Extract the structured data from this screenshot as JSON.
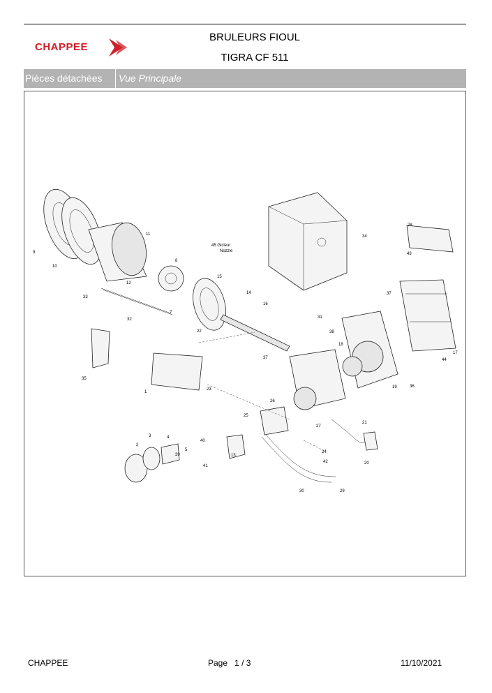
{
  "header": {
    "brand": "CHAPPEE",
    "title_line1": "BRULEURS FIOUL",
    "title_line2": "TIGRA CF 511"
  },
  "band": {
    "section": "Pièces détachées",
    "view": "Vue Principale"
  },
  "diagram": {
    "nozzle_label": "45 Gicleur\nNozzle",
    "nozzle_line1": "45 Gicleur",
    "nozzle_line2": "Nozzle",
    "callouts": [
      "1",
      "2",
      "3",
      "4",
      "5",
      "7",
      "8",
      "9",
      "10",
      "11",
      "12",
      "13",
      "14",
      "15",
      "16",
      "17",
      "18",
      "19",
      "20",
      "21",
      "22",
      "23",
      "24",
      "25",
      "26",
      "27",
      "28",
      "29",
      "30",
      "31",
      "32",
      "33",
      "34",
      "35",
      "36",
      "37",
      "38",
      "39",
      "40",
      "41",
      "42",
      "43",
      "44"
    ]
  },
  "footer": {
    "company": "CHAPPEE",
    "page_label": "Page",
    "page_current": "1",
    "page_separator": "/",
    "page_total": "3",
    "date": "11/10/2021"
  },
  "colors": {
    "brand_red": "#d0202a",
    "band_grey": "#b3b3b3"
  }
}
